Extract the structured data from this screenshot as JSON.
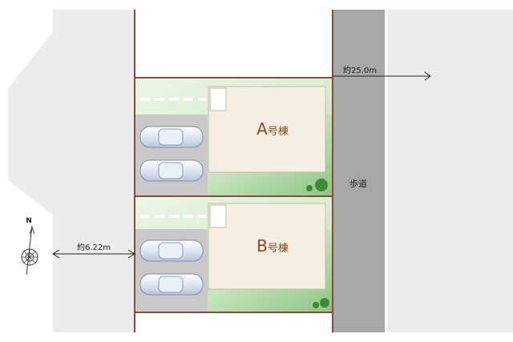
{
  "lots": [
    {
      "building_letter": "A",
      "building_suffix": "号棟"
    },
    {
      "building_letter": "B",
      "building_suffix": "号棟"
    }
  ],
  "sidewalk_label": "歩道",
  "dimensions": {
    "frontage": "約25.0m",
    "west_road_width": "約6.22m"
  },
  "compass": {
    "north_label": "N"
  },
  "colors": {
    "road": "#ececec",
    "sidewalk": "#a8a8a8",
    "lot_border": "#8b4a3a",
    "lawn": "#a9d3a0",
    "lawn_light": "#d9eed3",
    "building": "#f4efe2",
    "parking": "#c7c7c7",
    "tree": "#3f8a3a",
    "building_text": "#8a4a2a"
  }
}
